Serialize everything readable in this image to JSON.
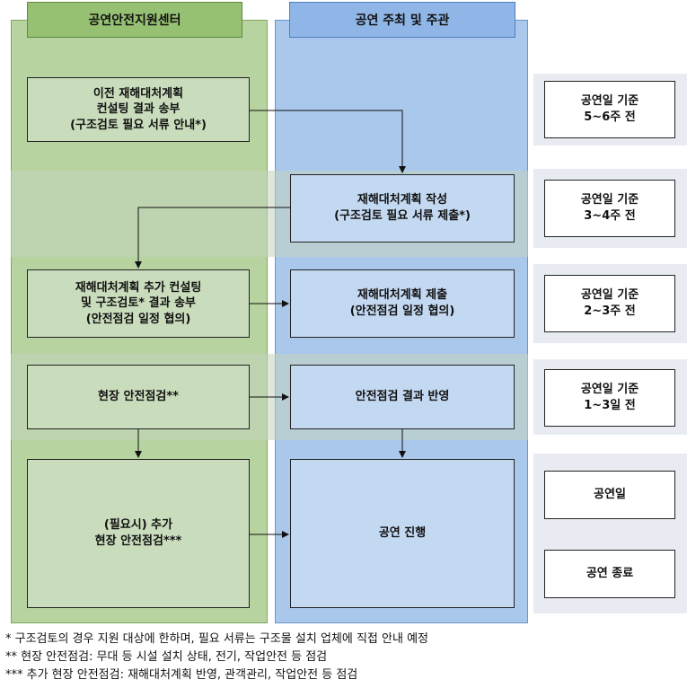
{
  "headers": {
    "left": "공연안전지원센터",
    "right": "공연 주최 및 주관"
  },
  "boxes": {
    "l1": "이전 재해대처계획\n컨설팅 결과 송부\n(구조검토 필요 서류 안내*)",
    "r1": "재해대처계획 작성\n(구조검토 필요 서류 제출*)",
    "l2": "재해대처계획 추가 컨설팅\n및 구조검토* 결과 송부\n(안전점검 일정 협의)",
    "r2": "재해대처계획 제출\n(안전점검 일정 협의)",
    "l3": "현장 안전점검**",
    "r3": "안전점검 결과 반영",
    "l4": "(필요시) 추가\n현장 안전점검***",
    "r4": "공연 진행"
  },
  "timeline": {
    "t1": "공연일 기준\n5~6주 전",
    "t2": "공연일 기준\n3~4주 전",
    "t3": "공연일 기준\n2~3주 전",
    "t4": "공연일 기준\n1~3일 전",
    "t5": "공연일",
    "t6": "공연 종료"
  },
  "notes": [
    "* 구조검토의 경우 지원 대상에 한하며, 필요 서류는 구조물 설치 업체에 직접 안내 예정",
    "** 현장 안전점검: 무대 등 시설 설치 상태, 전기, 작업안전 등 점검",
    "*** 추가 현장 안전점검: 재해대처계획 반영, 관객관리, 작업안전 등 점검"
  ],
  "colors": {
    "left_column": "#b7d3a0",
    "right_column": "#aac8ec",
    "left_header": "#96c173",
    "right_header": "#8fb6e6"
  }
}
